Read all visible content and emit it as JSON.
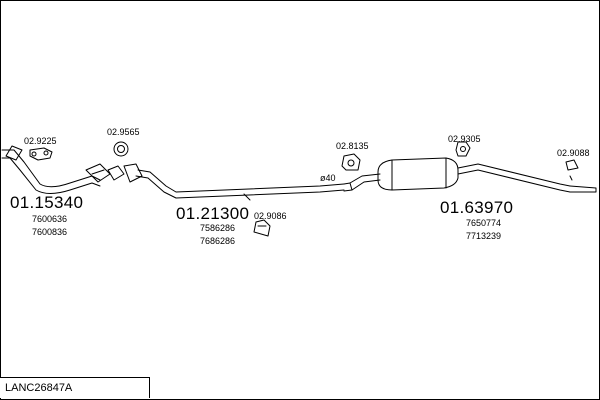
{
  "title": "LANC26847A",
  "assemblies": {
    "front_pipe": {
      "part_number": "01.15340",
      "oem": [
        "7600636",
        "7600836"
      ]
    },
    "middle_pipe": {
      "part_number": "01.21300",
      "oem": [
        "7586286",
        "7686286"
      ]
    },
    "rear_silencer": {
      "part_number": "01.63970",
      "oem": [
        "7650774",
        "7713239"
      ]
    }
  },
  "accessories": {
    "gasket_front": "02.9225",
    "clamp_front": "02.9565",
    "hanger_mid": "02.9086",
    "mount_mid": "02.8135",
    "mount_rear": "02.9305",
    "hanger_tail": "02.9088"
  },
  "pipe_diameter": "ø40"
}
